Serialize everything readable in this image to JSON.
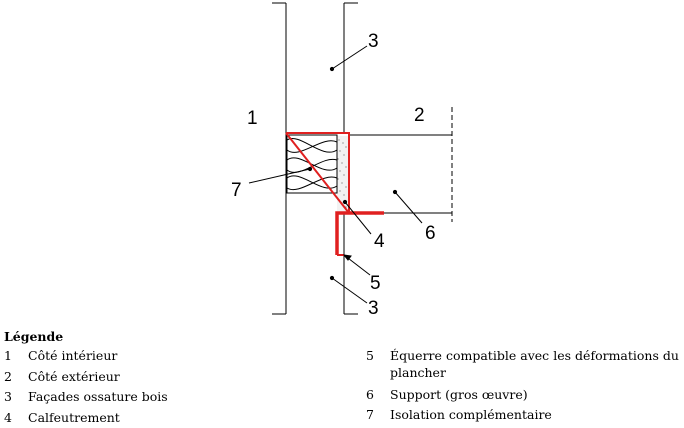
{
  "diagram": {
    "callouts": [
      "1",
      "2",
      "3",
      "3",
      "4",
      "5",
      "6",
      "7"
    ],
    "colors": {
      "line": "#000000",
      "accent": "#e02020"
    }
  },
  "legend": {
    "title": "Légende",
    "items": [
      {
        "num": "1",
        "text": "Côté intérieur"
      },
      {
        "num": "2",
        "text": "Côté extérieur"
      },
      {
        "num": "3",
        "text": "Façades ossature bois"
      },
      {
        "num": "4",
        "text": "Calfeutrement"
      },
      {
        "num": "5",
        "text": "Équerre compatible avec les déformations du plancher"
      },
      {
        "num": "6",
        "text": "Support (gros œuvre)"
      },
      {
        "num": "7",
        "text": "Isolation complémentaire"
      }
    ]
  }
}
